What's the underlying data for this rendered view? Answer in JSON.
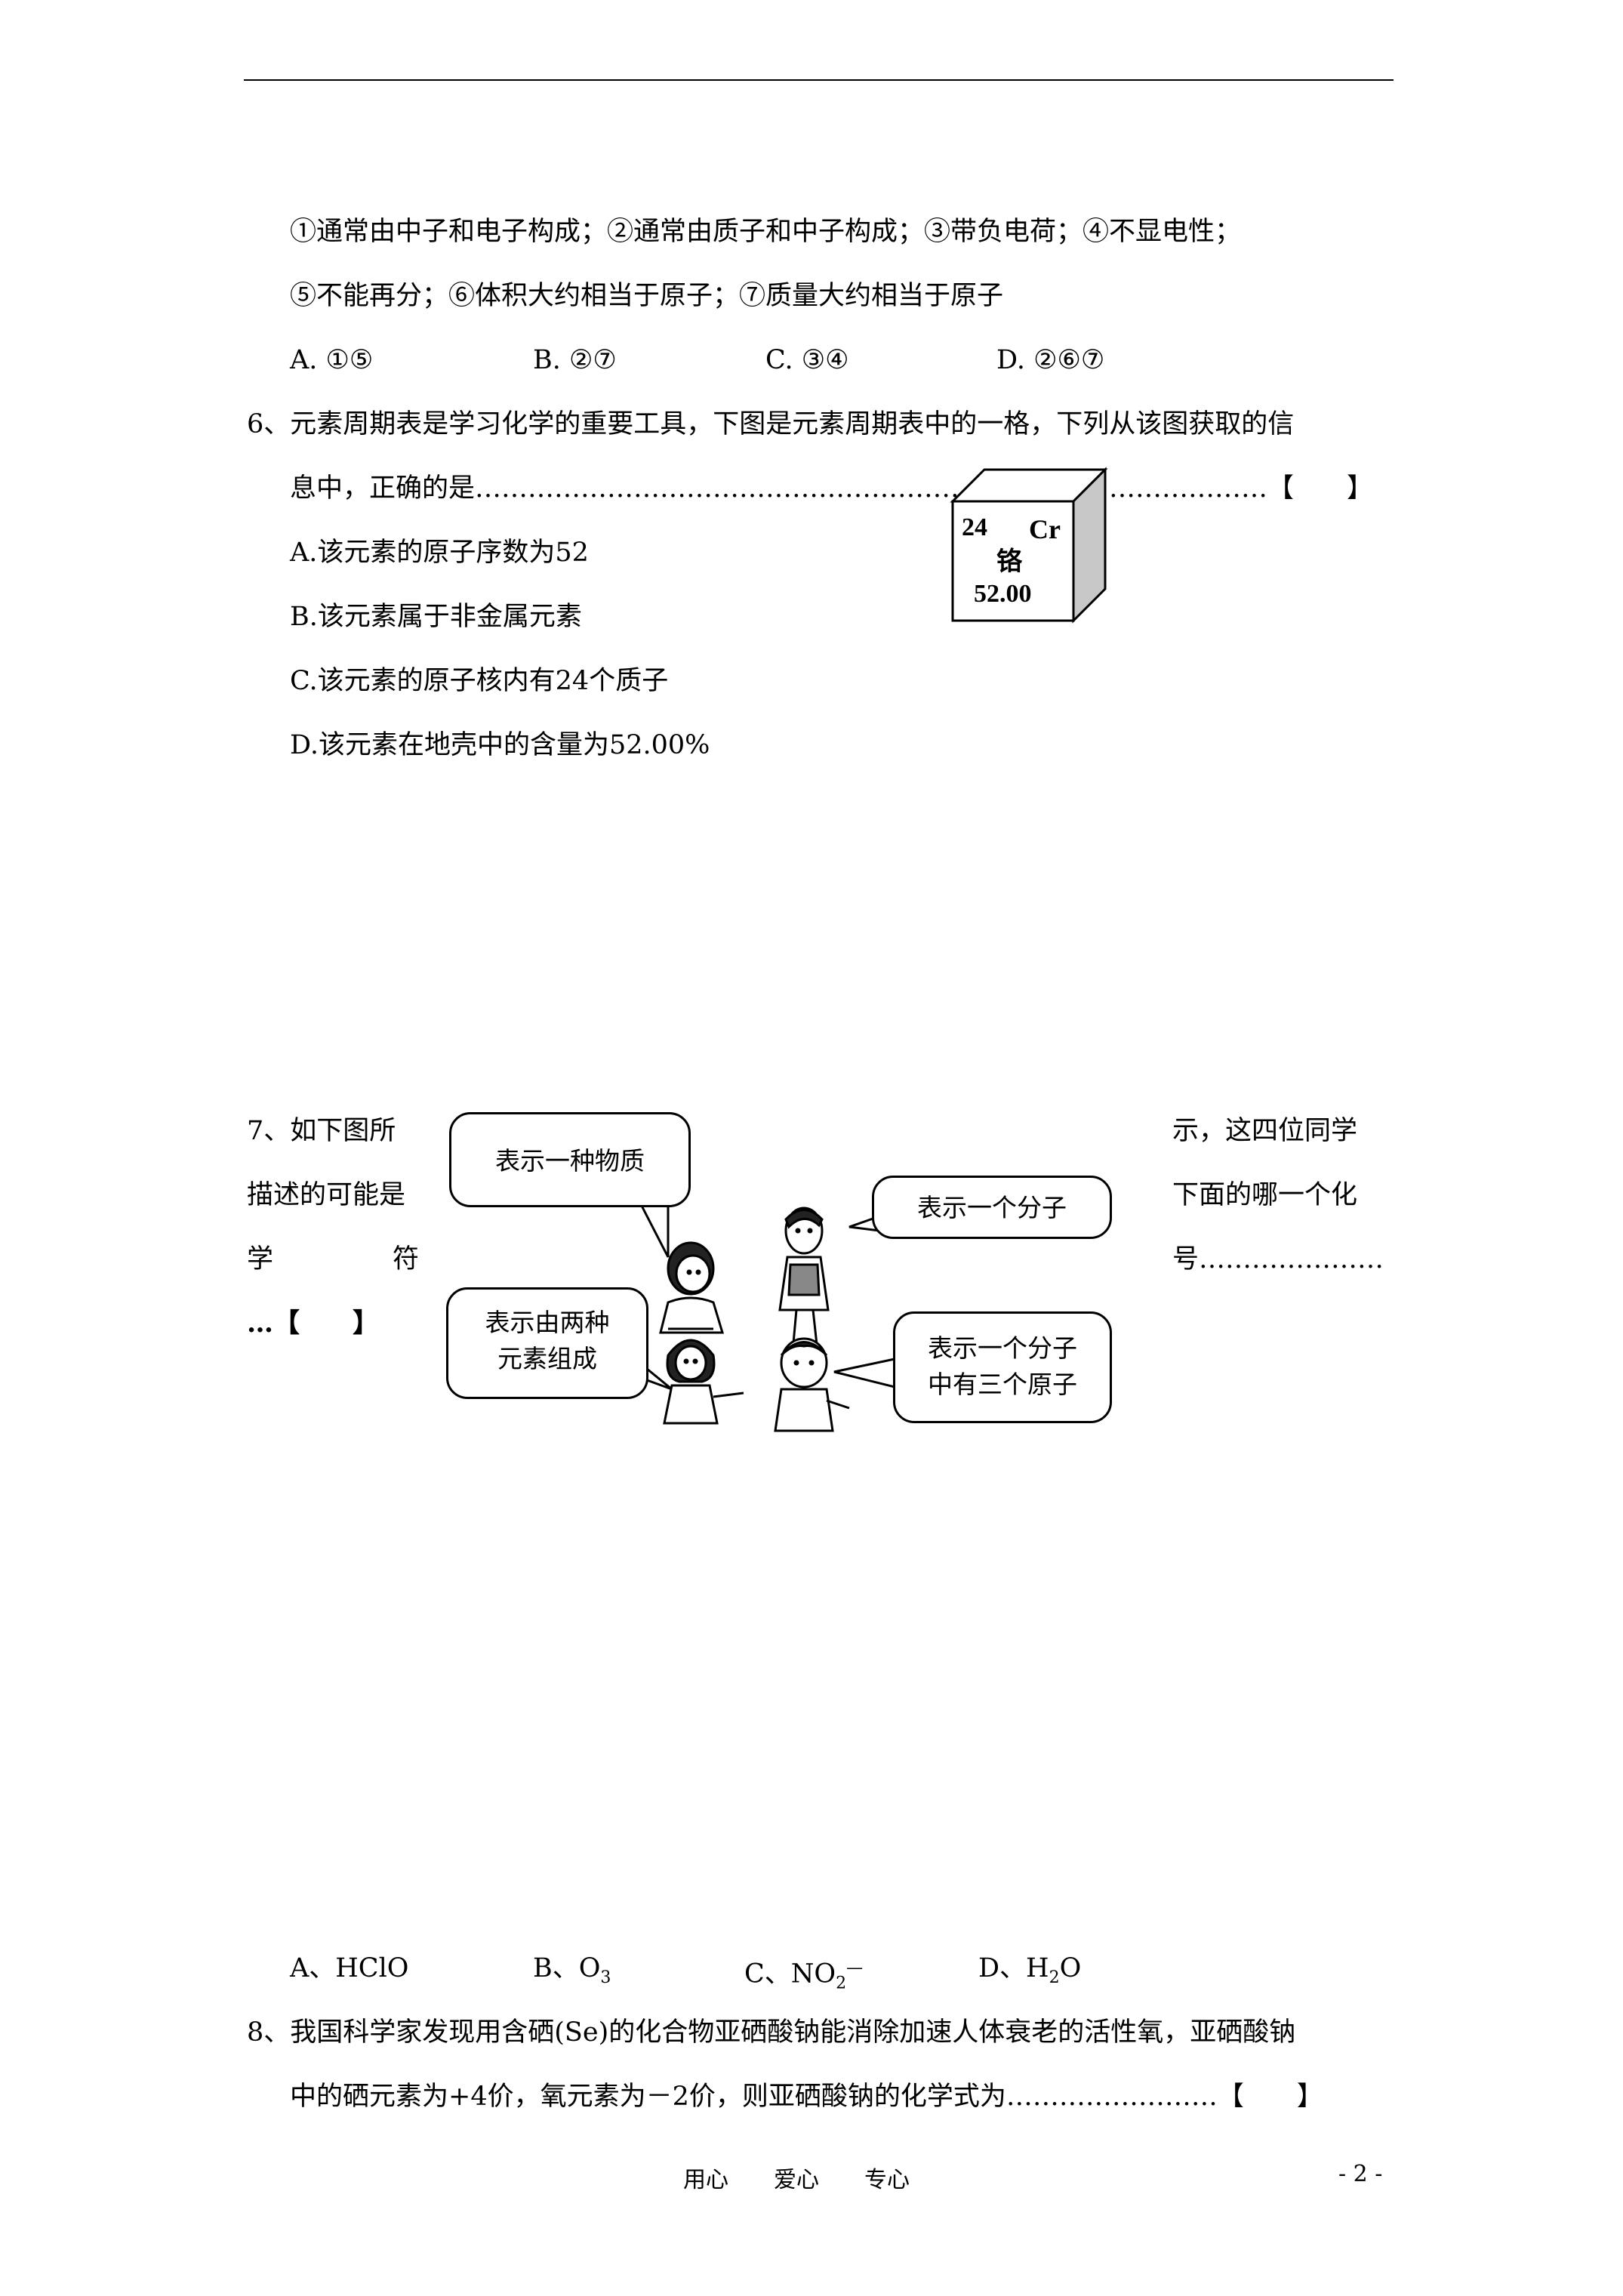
{
  "q5": {
    "line1": "①通常由中子和电子构成；②通常由质子和中子构成；③带负电荷；④不显电性；",
    "line2": "⑤不能再分；⑥体积大约相当于原子；⑦质量大约相当于原子",
    "options": [
      "A. ①⑤",
      "B. ②⑦",
      "C. ③④",
      "D. ②⑥⑦"
    ]
  },
  "q6": {
    "line1": "6、元素周期表是学习化学的重要工具，下图是元素周期表中的一格，下列从该图获取的信",
    "line2": "息中，正确的是………………………………………………………………………………【　　】",
    "options": [
      "A.该元素的原子序数为52",
      "B.该元素属于非金属元素",
      "C.该元素的原子核内有24个质子",
      "D.该元素在地壳中的含量为52.00%"
    ],
    "element": {
      "number": "24",
      "symbol": "Cr",
      "name": "铬",
      "mass": "52.00"
    }
  },
  "q7": {
    "left_line1": "7、如下图所",
    "left_line2": "描述的可能是",
    "left_line3a": "学",
    "left_line3b": "符",
    "left_line4": "…【　　】",
    "right_line1": "示，这四位同学",
    "right_line2": "下面的哪一个化",
    "right_line3": "号…………………",
    "bubbles": [
      "表示一种物质",
      "表示一个分子",
      "表示由两种",
      "元素组成",
      "表示一个分子",
      "中有三个原子"
    ],
    "options": {
      "a": "A、HClO",
      "b_pre": "B、O",
      "b_sub": "3",
      "c_pre": "C、NO",
      "c_sub": "2",
      "c_sup": "—",
      "d_pre": "D、H",
      "d_sub": "2",
      "d_post": "O"
    }
  },
  "q8": {
    "line1": "8、我国科学家发现用含硒(Se)的化合物亚硒酸钠能消除加速人体衰老的活性氧，亚硒酸钠",
    "line2": "中的硒元素为+4价，氧元素为－2价，则亚硒酸钠的化学式为……………………【　　】"
  },
  "footer": {
    "center": "用心　　爱心　　专心",
    "page": "- 2 -"
  }
}
